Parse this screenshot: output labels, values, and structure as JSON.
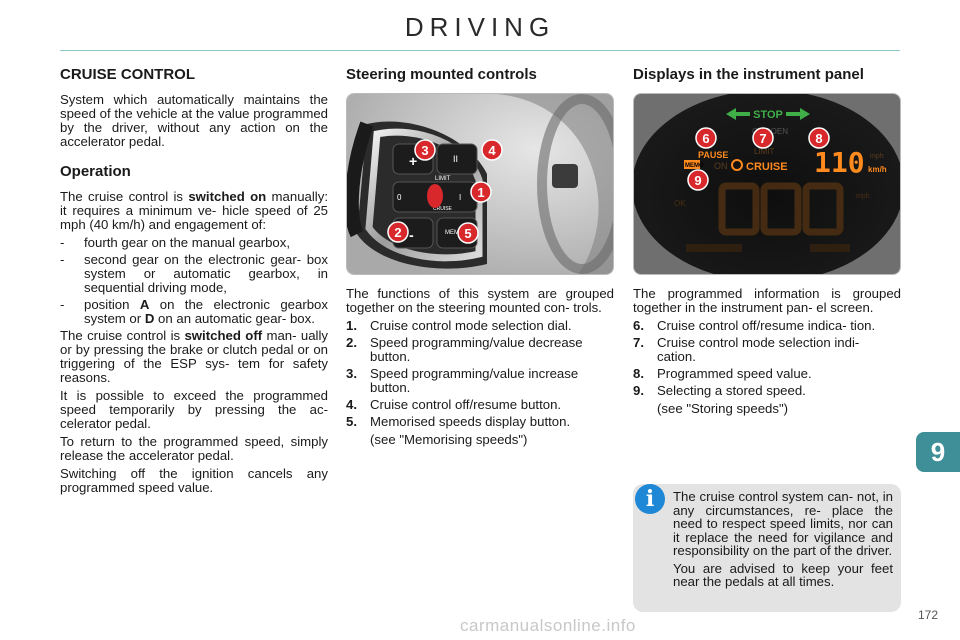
{
  "header": {
    "title": "DRIVING"
  },
  "left": {
    "heading": "CRUISE CONTROL",
    "intro": "System which automatically maintains the speed of the vehicle at the value programmed by the driver, without any action on the accelerator pedal.",
    "operation_heading": "Operation",
    "op1_pre": "The cruise control is ",
    "op1_bold": "switched on",
    "op1_post": " manually: it requires a minimum ve- hicle speed of 25 mph (40 km/h) and engagement of:",
    "dash_items": [
      {
        "dash": "-",
        "text": "fourth gear on the manual gearbox,"
      },
      {
        "dash": "-",
        "text": "second gear on the electronic gear- box system or automatic gearbox, in sequential driving mode,"
      }
    ],
    "dash3": {
      "dash": "-",
      "pre": "position ",
      "a": "A",
      "mid": " on the electronic gearbox system or ",
      "d": "D",
      "post": " on an automatic gear- box."
    },
    "off_pre": "The cruise control is ",
    "off_bold": "switched off",
    "off_post": " man- ually or by pressing the brake or clutch pedal or on triggering of the ESP sys- tem for safety reasons.",
    "exceed": "It is possible to exceed the programmed speed temporarily by pressing the ac- celerator pedal.",
    "return": "To return to the programmed speed, simply release the accelerator pedal.",
    "ignition": "Switching off the ignition cancels any programmed speed value."
  },
  "middle": {
    "heading": "Steering mounted controls",
    "photo_labels": [
      "LIMIT",
      "CRUISE",
      "MEM",
      "+",
      "-",
      "0",
      "I",
      "II"
    ],
    "callouts": [
      "1",
      "2",
      "3",
      "4",
      "5"
    ],
    "intro": "The functions of this system are grouped together on the steering mounted con- trols.",
    "items": [
      {
        "num": "1.",
        "text": "Cruise control mode selection dial."
      },
      {
        "num": "2.",
        "text": "Speed programming/value decrease button."
      },
      {
        "num": "3.",
        "text": "Speed programming/value increase button."
      },
      {
        "num": "4.",
        "text": "Cruise control off/resume button."
      },
      {
        "num": "5.",
        "text": "Memorised speeds display button."
      }
    ],
    "see": "(see \"Memorising speeds\")"
  },
  "right": {
    "heading": "Displays in the instrument panel",
    "display": {
      "stop": "STOP",
      "brand": "CITROEN",
      "pause": "PAUSE",
      "limit": "LIMIT",
      "memo": "MEMO",
      "on": "ON",
      "cruise": "CRUISE",
      "speed": "110",
      "unit_mph": "mph",
      "unit_kmh": "km/h",
      "ok": "OK"
    },
    "callouts": [
      "6",
      "7",
      "8",
      "9"
    ],
    "intro": "The programmed information is grouped together in the instrument pan- el screen.",
    "items": [
      {
        "num": "6.",
        "text": "Cruise control off/resume indica- tion."
      },
      {
        "num": "7.",
        "text": "Cruise control mode selection indi- cation."
      },
      {
        "num": "8.",
        "text": "Programmed speed value."
      },
      {
        "num": "9.",
        "text": "Selecting a stored speed."
      }
    ],
    "see": "(see \"Storing speeds\")"
  },
  "chapter_tab": "9",
  "info": {
    "icon": "i",
    "p1": "The cruise control system can- not, in any circumstances, re- place the need to respect speed limits, nor can it replace the need for vigilance and responsibility on the part of the driver.",
    "p2": "You are advised to keep your feet near the pedals at all times."
  },
  "page_number": "172",
  "watermark": "carmanualsonline.info",
  "colors": {
    "accent_teal": "#3e8f98",
    "callout_red": "#d8282b",
    "display_orange": "#ff8a1e",
    "info_blue": "#1e88d6"
  }
}
